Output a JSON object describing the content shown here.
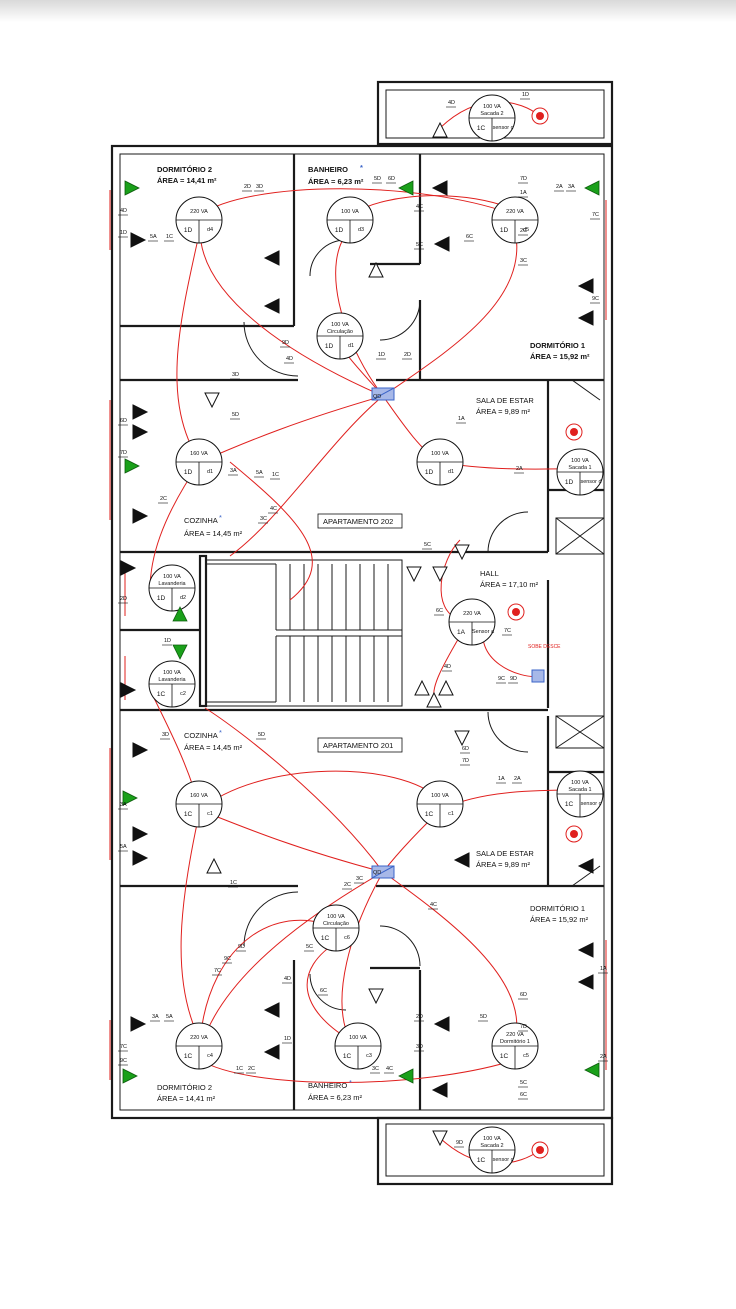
{
  "colors": {
    "wall": "#1a1a1a",
    "wire": "#e0201e",
    "switch": "#1aa01a",
    "board_fill": "#3b64c8"
  },
  "rooms": {
    "dorm2_top": {
      "name": "DORMITÓRIO 2",
      "area": "ÁREA = 14,41 m²"
    },
    "banheiro_top": {
      "name": "BANHEIRO",
      "area": "ÁREA = 6,23 m²"
    },
    "dorm1_top": {
      "name": "DORMITÓRIO 1",
      "area": "ÁREA = 15,92 m²"
    },
    "sala_top": {
      "name": "SALA DE ESTAR",
      "area": "ÁREA = 9,89 m²"
    },
    "cozinha_top": {
      "name": "COZINHA",
      "area": "ÁREA = 14,45 m²"
    },
    "hall": {
      "name": "HALL",
      "area": "ÁREA = 17,10 m²"
    },
    "cozinha_bot": {
      "name": "COZINHA",
      "area": "ÁREA = 14,45 m²"
    },
    "sala_bot": {
      "name": "SALA DE ESTAR",
      "area": "ÁREA = 9,89 m²"
    },
    "dorm1_bot": {
      "name": "DORMITÓRIO 1",
      "area": "ÁREA = 15,92 m²"
    },
    "dorm2_bot": {
      "name": "DORMITÓRIO 2",
      "area": "ÁREA = 14,41 m²"
    },
    "banheiro_bot": {
      "name": "BANHEIRO",
      "area": "ÁREA = 6,23 m²"
    }
  },
  "apartments": {
    "top": "APARTAMENTO 202",
    "bottom": "APARTAMENTO 201"
  },
  "asterisk": "*",
  "qd_label": "QD",
  "sobe_label": "SOBE DESCE",
  "lights": [
    {
      "id": "sacada2_top",
      "va": "100 VA",
      "sub": "Sacada 2",
      "circ": "1C",
      "code": "sensor c",
      "label_code": ""
    },
    {
      "id": "d4",
      "va": "220 VA",
      "sub": "",
      "circ": "1D",
      "code": "d4"
    },
    {
      "id": "d3",
      "va": "100 VA",
      "sub": "",
      "circ": "1D",
      "code": "d3"
    },
    {
      "id": "d5",
      "va": "220 VA",
      "sub": "",
      "circ": "1D",
      "code": "d5"
    },
    {
      "id": "d1_circ",
      "va": "100 VA",
      "sub": "Circulação",
      "circ": "1D",
      "code": "d1"
    },
    {
      "id": "d1_coz",
      "va": "160 VA",
      "sub": "",
      "circ": "1D",
      "code": "d1"
    },
    {
      "id": "d1_sala",
      "va": "100 VA",
      "sub": "",
      "circ": "1D",
      "code": "d1"
    },
    {
      "id": "sacada1_top",
      "va": "100 VA",
      "sub": "Sacada 1",
      "circ": "1D",
      "code": "sensor d"
    },
    {
      "id": "d2",
      "va": "100 VA",
      "sub": "Lavanderia",
      "circ": "1D",
      "code": "d2"
    },
    {
      "id": "hall",
      "va": "220 VA",
      "sub": "",
      "circ": "1A",
      "code": "Sensor a"
    },
    {
      "id": "c2",
      "va": "100 VA",
      "sub": "Lavanderia",
      "circ": "1C",
      "code": "c2"
    },
    {
      "id": "c1_coz",
      "va": "160 VA",
      "sub": "",
      "circ": "1C",
      "code": "c1"
    },
    {
      "id": "c1_sala",
      "va": "100 VA",
      "sub": "",
      "circ": "1C",
      "code": "c1"
    },
    {
      "id": "sacada1_bot",
      "va": "100 VA",
      "sub": "Sacada 1",
      "circ": "1C",
      "code": "sensor c"
    },
    {
      "id": "c6",
      "va": "100 VA",
      "sub": "Circulação",
      "circ": "1C",
      "code": "c6"
    },
    {
      "id": "c4",
      "va": "220 VA",
      "sub": "",
      "circ": "1C",
      "code": "c4"
    },
    {
      "id": "c3",
      "va": "100 VA",
      "sub": "",
      "circ": "1C",
      "code": "c3"
    },
    {
      "id": "c5",
      "va": "220 VA",
      "sub": "Dormitório 1",
      "circ": "1C",
      "code": "c5"
    },
    {
      "id": "sacada2_bot",
      "va": "100 VA",
      "sub": "Sacada 2",
      "circ": "1C",
      "code": "sensor c"
    }
  ],
  "wire_tags": [
    "4D",
    "1D",
    "2D",
    "3D",
    "5D",
    "6D",
    "7D",
    "1A",
    "2A",
    "3A",
    "5A",
    "1C",
    "2C",
    "3C",
    "4C",
    "5C",
    "6C",
    "7C",
    "9C",
    "9D"
  ]
}
